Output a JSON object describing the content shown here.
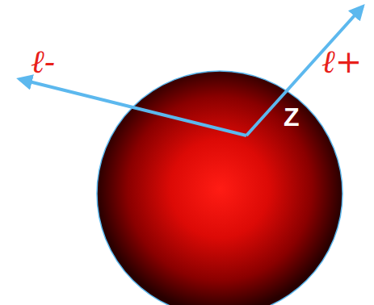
{
  "diagram": {
    "nodes": [
      {
        "text": [
          "Z"
        ]
      }
    ],
    "labels": [
      "ℓ-",
      "ℓ+"
    ]
  }
}
